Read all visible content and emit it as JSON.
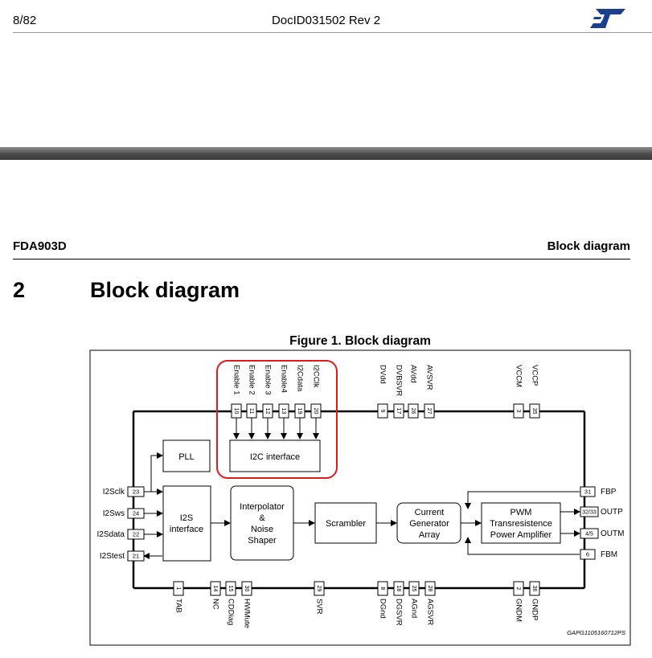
{
  "header": {
    "page_number": "8/82",
    "doc_id": "DocID031502 Rev 2",
    "logo": "st-logo"
  },
  "section_header": {
    "product": "FDA903D",
    "section_name": "Block diagram"
  },
  "heading": {
    "number": "2",
    "title": "Block diagram"
  },
  "figure": {
    "caption": "Figure 1. Block diagram",
    "id_code": "GAPG1105160712PS",
    "highlight_color": "#e01a1a",
    "blocks": {
      "pll": "PLL",
      "i2c": "I2C interface",
      "i2s_line1": "I2S",
      "i2s_line2": "interface",
      "interp_line1": "Interpolator",
      "interp_line2": "&",
      "interp_line3": "Noise",
      "interp_line4": "Shaper",
      "scrambler": "Scrambler",
      "cga_line1": "Current",
      "cga_line2": "Generator",
      "cga_line3": "Array",
      "pwm_line1": "PWM",
      "pwm_line2": "Transresistence",
      "pwm_line3": "Power Amplifier"
    },
    "top_pins": [
      {
        "name": "Enable 1",
        "num": "10"
      },
      {
        "name": "Enable 2",
        "num": "11"
      },
      {
        "name": "Enable 3",
        "num": "12"
      },
      {
        "name": "Enable4",
        "num": "13"
      },
      {
        "name": "I2Cdata",
        "num": "19"
      },
      {
        "name": "I2CClk",
        "num": "20"
      },
      {
        "name": "DVdd",
        "num": "9"
      },
      {
        "name": "DVBSVR",
        "num": "17"
      },
      {
        "name": "AVdd",
        "num": "26"
      },
      {
        "name": "AVSVR",
        "num": "27"
      },
      {
        "name": "VCCM",
        "num": "3"
      },
      {
        "name": "VCCP",
        "num": "35"
      }
    ],
    "bottom_pins": [
      {
        "name": "TAB",
        "num": "1"
      },
      {
        "name": "NC",
        "num": "14"
      },
      {
        "name": "CDDiag",
        "num": "15"
      },
      {
        "name": "HWMute",
        "num": "30"
      },
      {
        "name": "SVR",
        "num": "29"
      },
      {
        "name": "DGnd",
        "num": "8"
      },
      {
        "name": "DGSVR",
        "num": "18"
      },
      {
        "name": "AGnd",
        "num": "25"
      },
      {
        "name": "AGSVR",
        "num": "28"
      },
      {
        "name": "GNDM",
        "num": "2"
      },
      {
        "name": "GNDP",
        "num": "36"
      }
    ],
    "left_pins": [
      {
        "name": "I2Sclk",
        "num": "23"
      },
      {
        "name": "I2Sws",
        "num": "24"
      },
      {
        "name": "I2Sdata",
        "num": "22"
      },
      {
        "name": "I2Stest",
        "num": "21"
      }
    ],
    "right_pins": [
      {
        "name": "FBP",
        "num": "31"
      },
      {
        "name": "OUTP",
        "num": "32/33"
      },
      {
        "name": "OUTM",
        "num": "4/5"
      },
      {
        "name": "FBM",
        "num": "6"
      }
    ]
  }
}
